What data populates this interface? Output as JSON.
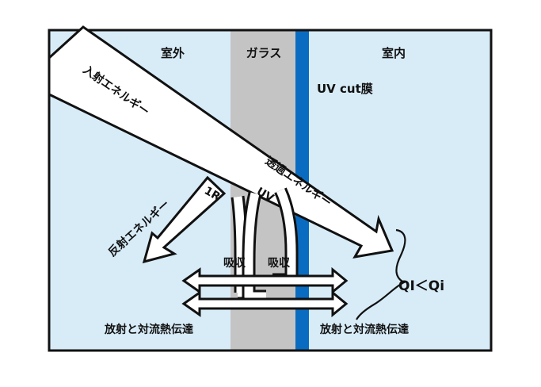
{
  "regions": {
    "outdoor": "室外",
    "glass": "ガラス",
    "indoor": "室内",
    "uv_film": "UV cut膜"
  },
  "arrows": {
    "incident": "入射エネルギー",
    "transmitted": "透過エネルギー",
    "reflected": "反射エネルギー",
    "ir_label": "1R",
    "uv_label": "UV"
  },
  "absorption": {
    "left": "吸収",
    "right": "吸収"
  },
  "heat_transfer": {
    "outdoor": "放射と対流熱伝達",
    "indoor": "放射と対流熱伝達"
  },
  "comparison": "QI＜Qi",
  "colors": {
    "background": "#d8ecf8",
    "glass": "#c4c4c4",
    "uv_film": "#0a6cc0",
    "outline": "#111111"
  }
}
